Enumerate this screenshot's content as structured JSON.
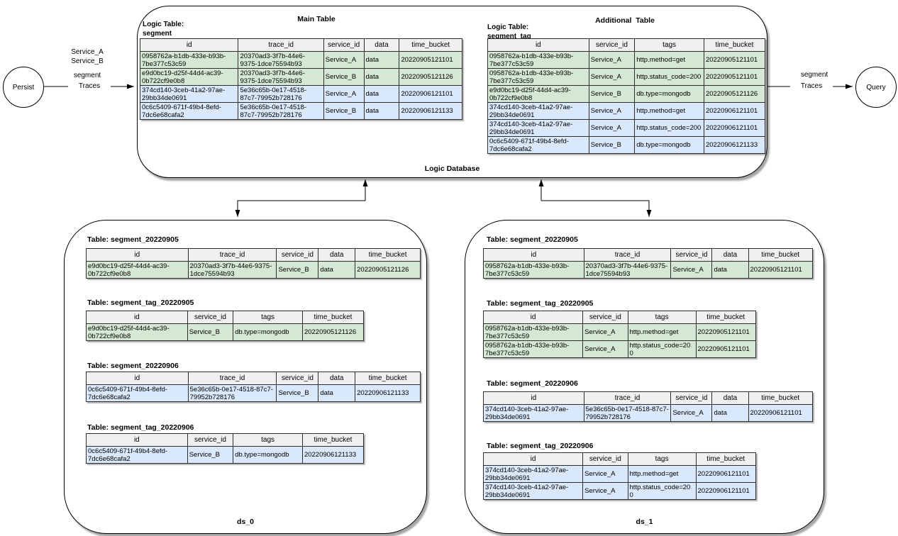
{
  "colors": {
    "row_green": "#d5e8d4",
    "row_blue": "#dae8fc",
    "header_bg": "#f0f0f0",
    "shadow": "#9e9e9e"
  },
  "edges": {
    "persist": {
      "node_label": "Persist",
      "service_line1": "Service_A",
      "service_line2": "Service_B",
      "segment_label": "segment",
      "arrow_label": "Traces"
    },
    "query": {
      "node_label": "Query",
      "segment_label": "segment",
      "arrow_label": "Traces"
    }
  },
  "logic_database": {
    "caption": "Logic Database",
    "main": {
      "title": "Main Table",
      "logic_label": "Logic Table:",
      "logic_name": "segment",
      "table": {
        "headers": [
          "id",
          "trace_id",
          "service_id",
          "data",
          "time_bucket"
        ],
        "rows": [
          {
            "color": "green",
            "cells": [
              "0958762a-b1db-433e-b93b-7be377c53c59",
              "20370ad3-3f7b-44e6-9375-1dce75594b93",
              "Service_A",
              "data",
              "20220905121101"
            ]
          },
          {
            "color": "green",
            "cells": [
              "e9d0bc19-d25f-44d4-ac39-0b722cf9e0b8",
              "20370ad3-3f7b-44e6-9375-1dce75594b93",
              "Service_B",
              "data",
              "20220905121126"
            ]
          },
          {
            "color": "blue",
            "cells": [
              "374cd140-3ceb-41a2-97ae-29bb34de0691",
              "5e36c65b-0e17-4518-87c7-79952b728176",
              "Service_A",
              "data",
              "20220906121101"
            ]
          },
          {
            "color": "blue",
            "cells": [
              "0c6c5409-671f-49b4-8efd-7dc6e68cafa2",
              "5e36c65b-0e17-4518-87c7-79952b728176",
              "Service_B",
              "data",
              "20220906121133"
            ]
          }
        ]
      }
    },
    "additional": {
      "title": "Additional  Table",
      "logic_label": "Logic Table:",
      "logic_name": "segment_tag",
      "table": {
        "headers": [
          "id",
          "service_id",
          "tags",
          "time_bucket"
        ],
        "rows": [
          {
            "color": "green",
            "cells": [
              "0958762a-b1db-433e-b93b-7be377c53c59",
              "Service_A",
              "http.method=get",
              "20220905121101"
            ]
          },
          {
            "color": "green",
            "cells": [
              "0958762a-b1db-433e-b93b-7be377c53c59",
              "Service_A",
              "http.status_code=200",
              "20220905121101"
            ]
          },
          {
            "color": "green",
            "cells": [
              "e9d0bc19-d25f-44d4-ac39-0b722cf9e0b8",
              "Service_B",
              "db.type=mongodb",
              "20220905121126"
            ]
          },
          {
            "color": "blue",
            "cells": [
              "374cd140-3ceb-41a2-97ae-29bb34de0691",
              "Service_A",
              "http.method=get",
              "20220906121101"
            ]
          },
          {
            "color": "blue",
            "cells": [
              "374cd140-3ceb-41a2-97ae-29bb34de0691",
              "Service_A",
              "http.status_code=200",
              "20220906121101"
            ]
          },
          {
            "color": "blue",
            "cells": [
              "0c6c5409-671f-49b4-8efd-7dc6e68cafa2",
              "Service_B",
              "db.type=mongodb",
              "20220906121133"
            ]
          }
        ]
      }
    }
  },
  "ds0": {
    "caption": "ds_0",
    "tables": [
      {
        "title": "Table: segment_20220905",
        "headers": [
          "id",
          "trace_id",
          "service_id",
          "data",
          "time_bucket"
        ],
        "rows": [
          {
            "color": "green",
            "cells": [
              "e9d0bc19-d25f-44d4-ac39-0b722cf9e0b8",
              "20370ad3-3f7b-44e6-9375-1dce75594b93",
              "Service_B",
              "data",
              "20220905121126"
            ]
          }
        ]
      },
      {
        "title": "Table: segment_tag_20220905",
        "headers": [
          "id",
          "service_id",
          "tags",
          "time_bucket"
        ],
        "rows": [
          {
            "color": "green",
            "cells": [
              "e9d0bc19-d25f-44d4-ac39-0b722cf9e0b8",
              "Service_B",
              "db.type=mongodb",
              "20220905121126"
            ]
          }
        ]
      },
      {
        "title": "Table: segment_20220906",
        "headers": [
          "id",
          "trace_id",
          "service_id",
          "data",
          "time_bucket"
        ],
        "rows": [
          {
            "color": "blue",
            "cells": [
              "0c6c5409-671f-49b4-8efd-7dc6e68cafa2",
              "5e36c65b-0e17-4518-87c7-79952b728176",
              "Service_B",
              "data",
              "20220906121133"
            ]
          }
        ]
      },
      {
        "title": "Table: segment_tag_20220906",
        "headers": [
          "id",
          "service_id",
          "tags",
          "time_bucket"
        ],
        "rows": [
          {
            "color": "blue",
            "cells": [
              "0c6c5409-671f-49b4-8efd-7dc6e68cafa2",
              "Service_B",
              "db.type=mongodb",
              "20220906121133"
            ]
          }
        ]
      }
    ]
  },
  "ds1": {
    "caption": "ds_1",
    "tables": [
      {
        "title": "Table: segment_20220905",
        "headers": [
          "id",
          "trace_id",
          "service_id",
          "data",
          "time_bucket"
        ],
        "rows": [
          {
            "color": "green",
            "cells": [
              "0958762a-b1db-433e-b93b-7be377c53c59",
              "20370ad3-3f7b-44e6-9375-1dce75594b93",
              "Service_A",
              "data",
              "20220905121101"
            ]
          }
        ]
      },
      {
        "title": "Table: segment_tag_20220905",
        "headers": [
          "id",
          "service_id",
          "tags",
          "time_bucket"
        ],
        "rows": [
          {
            "color": "green",
            "cells": [
              "0958762a-b1db-433e-b93b-7be377c53c59",
              "Service_A",
              "http.method=get",
              "20220905121101"
            ]
          },
          {
            "color": "green",
            "cells": [
              "0958762a-b1db-433e-b93b-7be377c53c59",
              "Service_A",
              "http.status_code=200",
              "20220905121101"
            ]
          }
        ]
      },
      {
        "title": "Table: segment_20220906",
        "headers": [
          "id",
          "trace_id",
          "service_id",
          "data",
          "time_bucket"
        ],
        "rows": [
          {
            "color": "blue",
            "cells": [
              "374cd140-3ceb-41a2-97ae-29bb34de0691",
              "5e36c65b-0e17-4518-87c7-79952b728176",
              "Service_A",
              "data",
              "20220906121101"
            ]
          }
        ]
      },
      {
        "title": "Table: segment_tag_20220906",
        "headers": [
          "id",
          "service_id",
          "tags",
          "time_bucket"
        ],
        "rows": [
          {
            "color": "blue",
            "cells": [
              "374cd140-3ceb-41a2-97ae-29bb34de0691",
              "Service_A",
              "http.method=get",
              "20220906121101"
            ]
          },
          {
            "color": "blue",
            "cells": [
              "374cd140-3ceb-41a2-97ae-29bb34de0691",
              "Service_A",
              "http.status_code=200",
              "20220906121101"
            ]
          }
        ]
      }
    ]
  }
}
